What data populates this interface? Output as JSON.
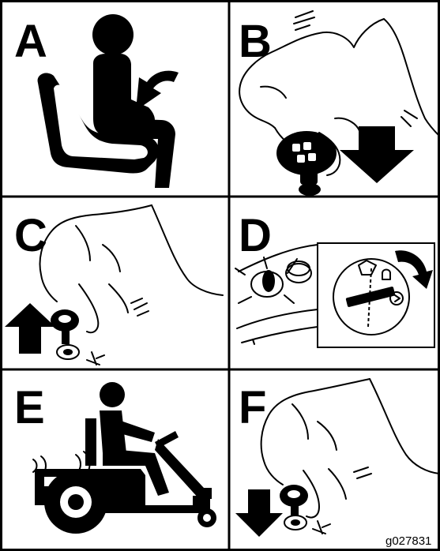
{
  "panels": [
    {
      "id": "A",
      "letter": "A"
    },
    {
      "id": "B",
      "letter": "B"
    },
    {
      "id": "C",
      "letter": "C"
    },
    {
      "id": "D",
      "letter": "D"
    },
    {
      "id": "E",
      "letter": "E"
    },
    {
      "id": "F",
      "letter": "F"
    }
  ],
  "figure_code": "g027831",
  "colors": {
    "ink": "#000000",
    "paper": "#ffffff"
  }
}
